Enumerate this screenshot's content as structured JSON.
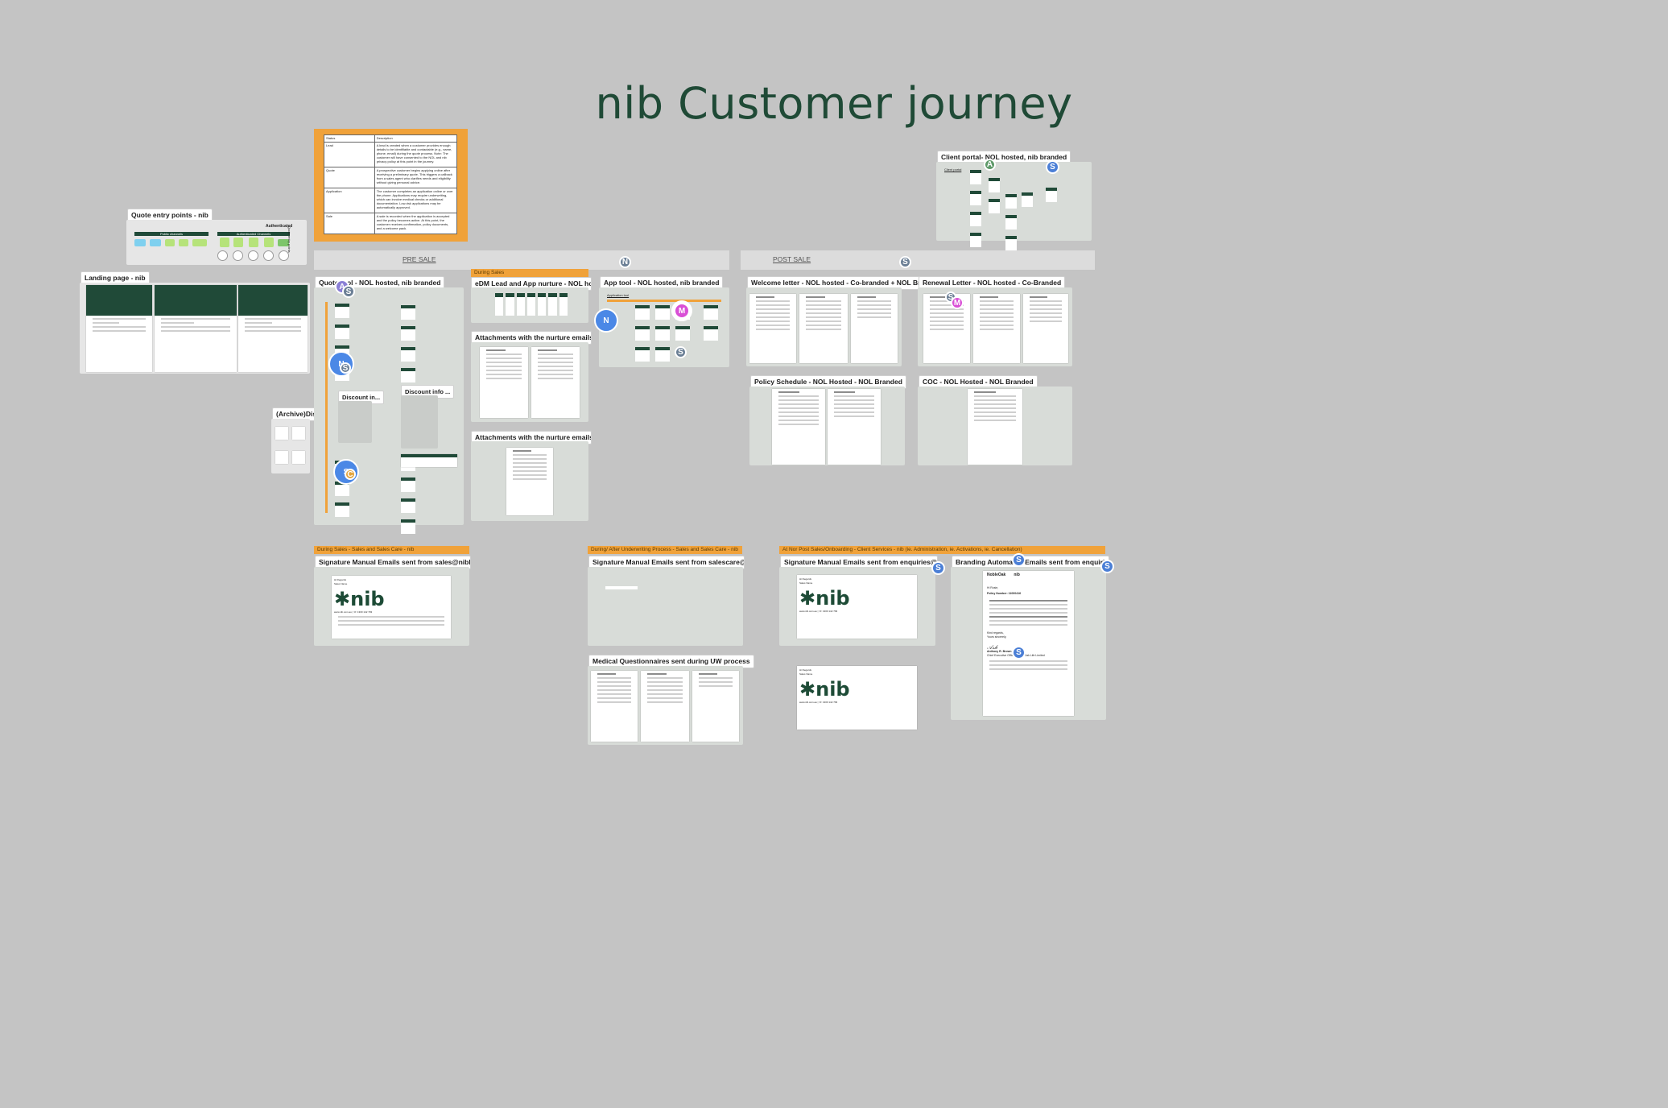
{
  "title": "nib Customer journey",
  "labels": {
    "quote_entry": "Quote entry points - nib",
    "landing": "Landing page - nib",
    "archive": "(Archive)Disc...",
    "quote_tool": "Quote tool - NOL hosted, nib branded",
    "edm": "eDM Lead and App nurture - NOL hosted, nib bran...",
    "attach1": "Attachments with the nurture emails - NOL Hosted...",
    "attach2": "Attachments with the nurture emails - NOL Hosted...",
    "app_tool": "App tool - NOL hosted, nib branded",
    "client_portal": "Client portal- NOL hosted, nib branded",
    "welcome": "Welcome letter - NOL hosted - Co-branded + NOL Branded",
    "renewal": "Renewal Letter - NOL hosted - Co-Branded",
    "policy_schedule": "Policy Schedule - NOL Hosted - NOL Branded",
    "coc": "COC - NOL Hosted - NOL Branded",
    "sig_sales": "Signature Manual Emails sent from sales@niblifeinsurance.nobleoak...",
    "sig_salescare": "Signature Manual Emails sent from salescare@niblifeinsurance.nobl...",
    "sig_enquiries": "Signature Manual Emails sent from enquiries@niblifeinsurance.noble...",
    "branding_auto": "Branding Automated Emails sent from enquiries@niblifeinsurance.no...",
    "medical": "Medical Questionnaires sent during UW process",
    "discount1": "Discount in...",
    "discount2": "Discount info ..."
  },
  "bands": {
    "pre_sale": "PRE SALE",
    "post_sale": "POST SALE"
  },
  "strips": {
    "during_sales": "During Sales",
    "sales_caring": "During Sales - Sales and Sales Care - nib",
    "after_uw": "During/ After Underwriting Process - Sales and Sales Care - nib",
    "post_sale": "At Nor Post Sales/Onboarding - Client Services - nib (ie. Administration, ie. Activations, ie. Cancellation)"
  },
  "status_table": {
    "headers": [
      "Status",
      "Description"
    ],
    "rows": [
      [
        "Lead",
        "A lead is created when a customer provides enough details to be identifiable and contactable (e.g., name, phone, email) during the quote process. Note: The customer will have consented to the NOL and nib privacy policy at this point in the journey."
      ],
      [
        "Quote",
        "A prospective customer begins applying online after receiving a preliminary quote. This triggers a callback from a sales agent who clarifies needs and eligibility without giving personal advice."
      ],
      [
        "Application",
        "The customer completes an application online or over the phone. Applications may require underwriting, which can involve medical checks or additional documentation. Low-risk applications may be automatically approved."
      ],
      [
        "Sale",
        "A sale is recorded when the application is accepted and the policy becomes active. At this point, the customer receives confirmation, policy documents, and a welcome pack."
      ]
    ]
  },
  "nib_logo": "nib",
  "nibemail": {
    "url_line": "www.nib.com.au  |  ☏ 1300 142 793",
    "hello": "Hi Regards",
    "sender": "Sales Name"
  },
  "branding_email": {
    "brand1": "NobleOak",
    "brand2": "nib",
    "greeting": "Hi Rosie,",
    "policy": "Policy Number: 11000416",
    "regards": "Kind regards,",
    "yours": "Yours sincerely,",
    "signer": "Anthony R. Brown",
    "signer_title": "Chief Executive Officer, NobleOak Life Limited"
  },
  "quote_entry": {
    "heading": "Authenticated",
    "left_group": "Public channels",
    "right_group": "Authenticated Channels",
    "side_text": "Quote entry points"
  },
  "client_portal": {
    "sublabel": "Client portal"
  },
  "app_tool": {
    "sublabel": "Application tool"
  },
  "avatars": [
    {
      "letter": "A",
      "color": "#8a7fd6"
    },
    {
      "letter": "S",
      "color": "#6b7f95"
    },
    {
      "letter": "N",
      "color": "#4b88e6"
    },
    {
      "letter": "S",
      "color": "#6b7f95"
    },
    {
      "letter": "S",
      "color": "#6b7f95"
    },
    {
      "letter": "C",
      "color": "#e3a33a"
    },
    {
      "letter": "N",
      "color": "#6b7f95"
    },
    {
      "letter": "N",
      "color": "#4b88e6"
    },
    {
      "letter": "M",
      "color": "#d94fd6"
    },
    {
      "letter": "S",
      "color": "#6b7f95"
    },
    {
      "letter": "A",
      "color": "#5f9a6a"
    },
    {
      "letter": "S",
      "color": "#4b7fd6"
    },
    {
      "letter": "S",
      "color": "#6b7f95"
    },
    {
      "letter": "S",
      "color": "#6b7f95"
    },
    {
      "letter": "M",
      "color": "#d94fd6"
    },
    {
      "letter": "S",
      "color": "#4b7fd6"
    },
    {
      "letter": "S",
      "color": "#4b7fd6"
    },
    {
      "letter": "S",
      "color": "#4b7fd6"
    },
    {
      "letter": "S",
      "color": "#4b7fd6"
    }
  ]
}
